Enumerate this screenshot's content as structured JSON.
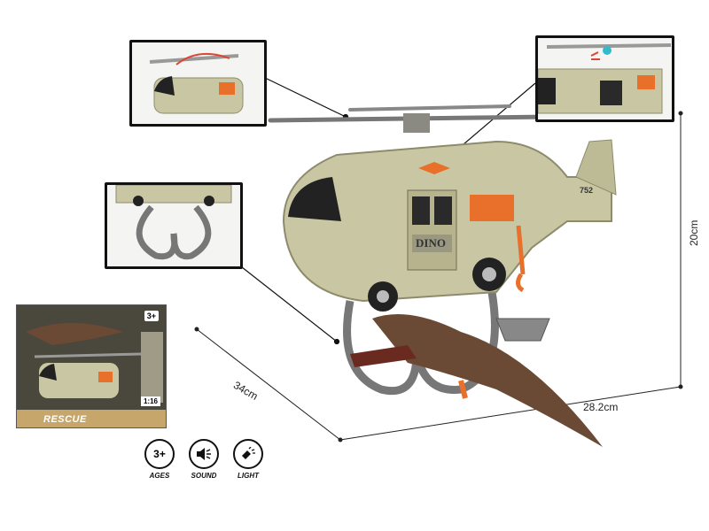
{
  "dimensions": {
    "depth": "34cm",
    "width": "28.2cm",
    "height": "20cm"
  },
  "features": [
    {
      "badge": "3+",
      "label": "AGES",
      "icon": "age-badge"
    },
    {
      "badge": "",
      "label": "SOUND",
      "icon": "speaker-icon"
    },
    {
      "badge": "",
      "label": "LIGHT",
      "icon": "flashlight-icon"
    }
  ],
  "package": {
    "title": "RESCUE",
    "age": "3+",
    "scale": "1:16"
  },
  "product": {
    "door_label": "DINO",
    "tail_number": "752"
  },
  "colors": {
    "body": "#c9c7a3",
    "accent": "#e8702a",
    "frame": "#111111",
    "dino": "#6b4a35"
  }
}
